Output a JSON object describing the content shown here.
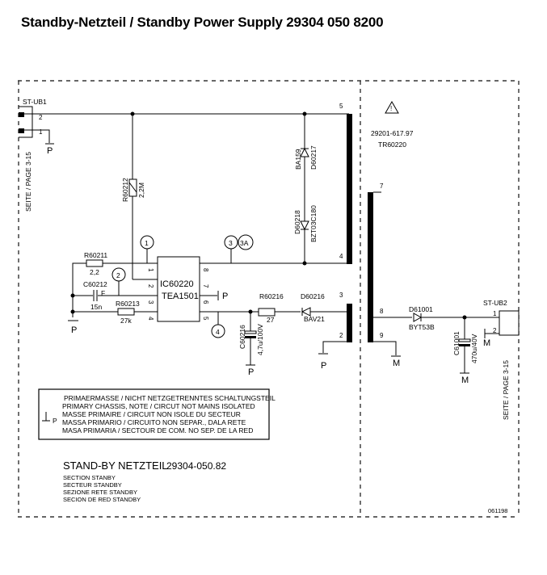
{
  "header": {
    "title": "Standby-Netzteil / Standby Power Supply 29304 050 8200"
  },
  "connectors": {
    "st_ub1": {
      "name": "ST-UB1",
      "pins": [
        "2",
        "1"
      ],
      "page_ref": "SEITE / PAGE 3-15"
    },
    "st_ub2": {
      "name": "ST-UB2",
      "pins": [
        "1",
        "2"
      ],
      "page_ref": "SEITE / PAGE 3-15"
    }
  },
  "grounds": {
    "primary": "P",
    "secondary": "M"
  },
  "components": {
    "r60212": {
      "ref": "R60212",
      "value": "2,2M"
    },
    "r60211": {
      "ref": "R60211",
      "value": "2,2"
    },
    "c60212": {
      "ref": "C60212",
      "value": "15n",
      "note": "F"
    },
    "r60213": {
      "ref": "R60213",
      "value": "27k"
    },
    "ic": {
      "ref": "IC60220",
      "type": "TEA1501",
      "left_pins": [
        "1",
        "2",
        "3",
        "4"
      ],
      "right_pins": [
        "8",
        "7",
        "6",
        "5"
      ]
    },
    "d60217": {
      "ref": "D60217",
      "value": "BA159"
    },
    "d60218": {
      "ref": "D60218",
      "value": "BZT03C180"
    },
    "r60216": {
      "ref": "R60216",
      "value": "27"
    },
    "d60216": {
      "ref": "D60216",
      "value": "BAV21"
    },
    "c60216": {
      "ref": "C60216",
      "value": "4,7u/100V"
    },
    "d61001": {
      "ref": "D61001",
      "value": "BYT53B"
    },
    "c61001": {
      "ref": "C61001",
      "value": "470u/40V"
    },
    "transformer": {
      "ref": "TR60220",
      "part": "29201-617.97",
      "primary_pins": [
        "5",
        "4",
        "3",
        "2"
      ],
      "secondary_pins": [
        "7",
        "8",
        "9"
      ]
    }
  },
  "test_points": [
    "1",
    "2",
    "3",
    "3A",
    "4"
  ],
  "legend": {
    "symbol_label": "P",
    "lines": [
      "PRIMAERMASSE / NICHT NETZGETRENNTES SCHALTUNGSTEIL",
      "PRIMARY CHASSIS, NOTE / CIRCUT NOT MAINS ISOLATED",
      "MASSE PRIMAIRE / CIRCUIT NON ISOLE DU SECTEUR",
      "MASSA PRIMARIO / CIRCUITO NON SEPAR., DALA RETE",
      "MASA PRIMARIA / SECTOUR DE COM. NO SEP. DE LA RED"
    ]
  },
  "title_block": {
    "title": "STAND-BY NETZTEIL",
    "number": "29304-050.82",
    "subtitles": [
      "SECTION STANBY",
      "SECTEUR STANDBY",
      "SEZIONE RETE STANDBY",
      "SECION DE RED STANDBY"
    ]
  },
  "date_code": "061198"
}
